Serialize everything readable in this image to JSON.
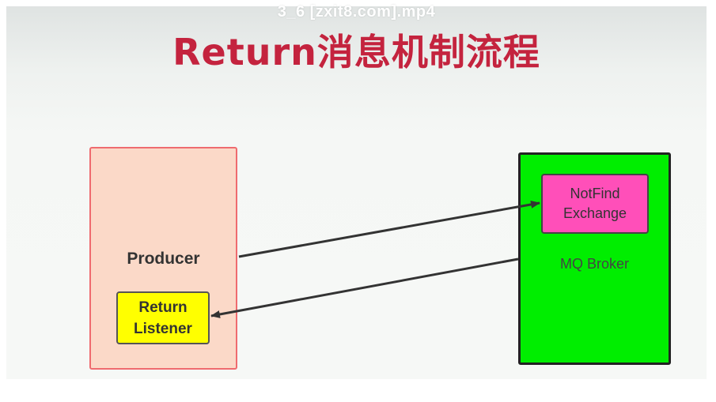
{
  "overlay_text": "3_6 [zxit8.com].mp4",
  "title": "Return消息机制流程",
  "producer": {
    "label": "Producer",
    "listener_label": "Return\nListener"
  },
  "broker": {
    "label": "MQ Broker",
    "exchange_label": "NotFind\nExchange"
  },
  "colors": {
    "title": "#c4233e",
    "producer_fill": "#fbd9c8",
    "producer_border": "#ef6b6f",
    "listener_fill": "#ffff00",
    "broker_fill": "#00ee00",
    "exchange_fill": "#ff4fb9",
    "arrow": "#333333"
  }
}
